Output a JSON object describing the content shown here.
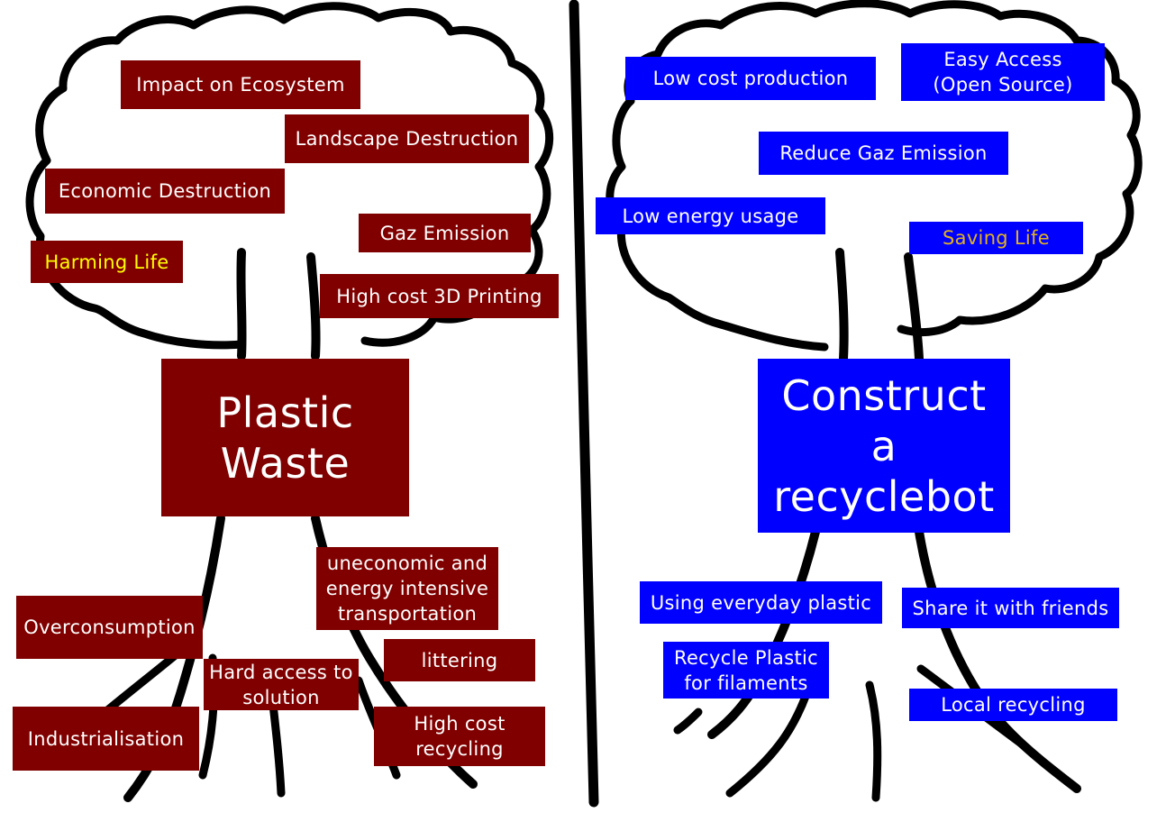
{
  "colors": {
    "problem_box": "#800000",
    "solution_box": "#0000ff",
    "text": "#ffffff",
    "highlight_problem": "#ffff00",
    "highlight_solution": "#e0b020",
    "outline": "#000000"
  },
  "problem_tree": {
    "trunk": "Plastic\nWaste",
    "effects": [
      "Impact on Ecosystem",
      "Landscape Destruction",
      "Economic Destruction",
      "Gaz Emission",
      "Harming Life",
      "High cost 3D Printing"
    ],
    "causes": [
      "uneconomic and\nenergy intensive\ntransportation",
      "Overconsumption",
      "littering",
      "Hard access to\nsolution",
      "Industrialisation",
      "High cost\nrecycling"
    ]
  },
  "solution_tree": {
    "trunk": "Construct\na recyclebot",
    "benefits": [
      "Low cost production",
      "Easy Access\n(Open Source)",
      "Reduce Gaz Emission",
      "Low energy usage",
      "Saving Life"
    ],
    "actions": [
      "Using everyday plastic",
      "Share it with friends",
      "Recycle Plastic\nfor filaments",
      "Local recycling"
    ]
  }
}
